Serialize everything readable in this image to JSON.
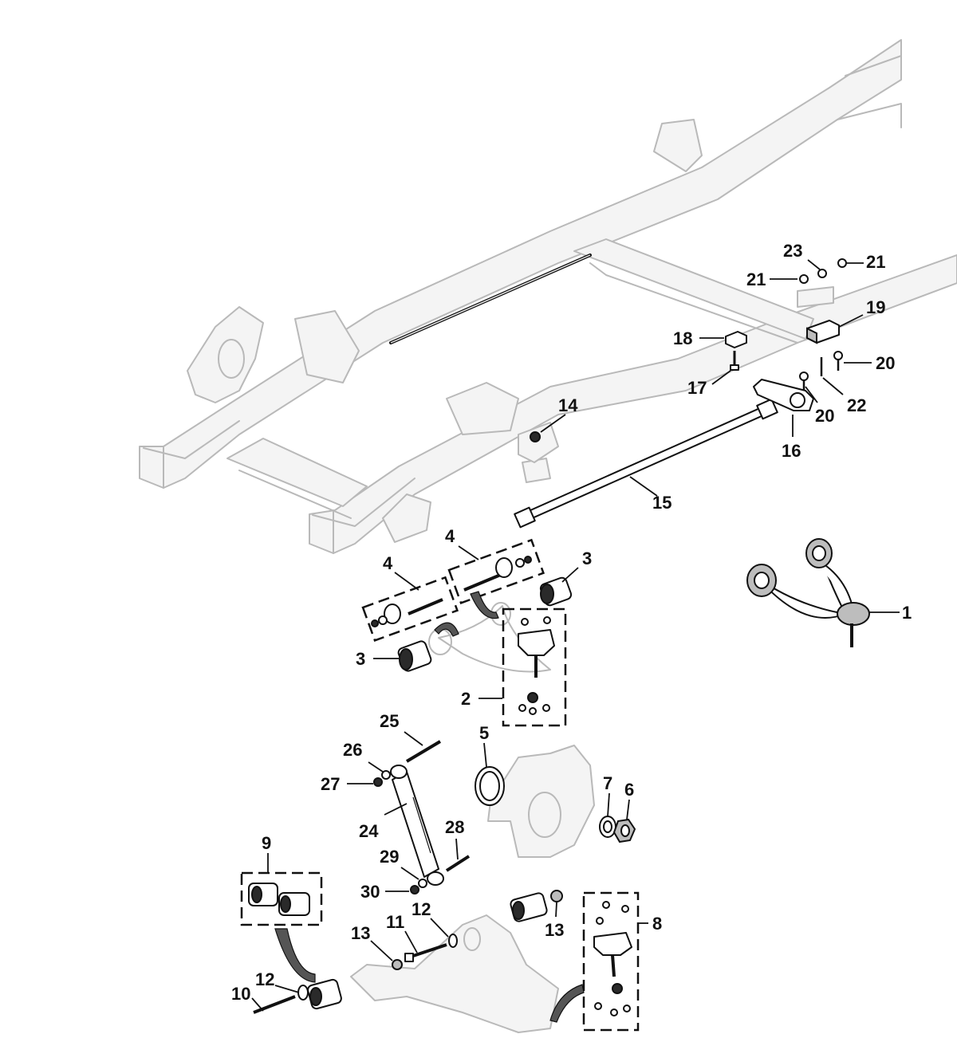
{
  "callouts": {
    "c1": "1",
    "c2": "2",
    "c3a": "3",
    "c3b": "3",
    "c4a": "4",
    "c4b": "4",
    "c5": "5",
    "c6": "6",
    "c7": "7",
    "c8": "8",
    "c9": "9",
    "c10": "10",
    "c11": "11",
    "c12a": "12",
    "c12b": "12",
    "c13a": "13",
    "c13b": "13",
    "c14": "14",
    "c15": "15",
    "c16": "16",
    "c17": "17",
    "c18": "18",
    "c19": "19",
    "c20a": "20",
    "c20b": "20",
    "c21a": "21",
    "c21b": "21",
    "c22": "22",
    "c23": "23",
    "c24": "24",
    "c25": "25",
    "c26": "26",
    "c27": "27",
    "c28": "28",
    "c29": "29",
    "c30": "30"
  }
}
